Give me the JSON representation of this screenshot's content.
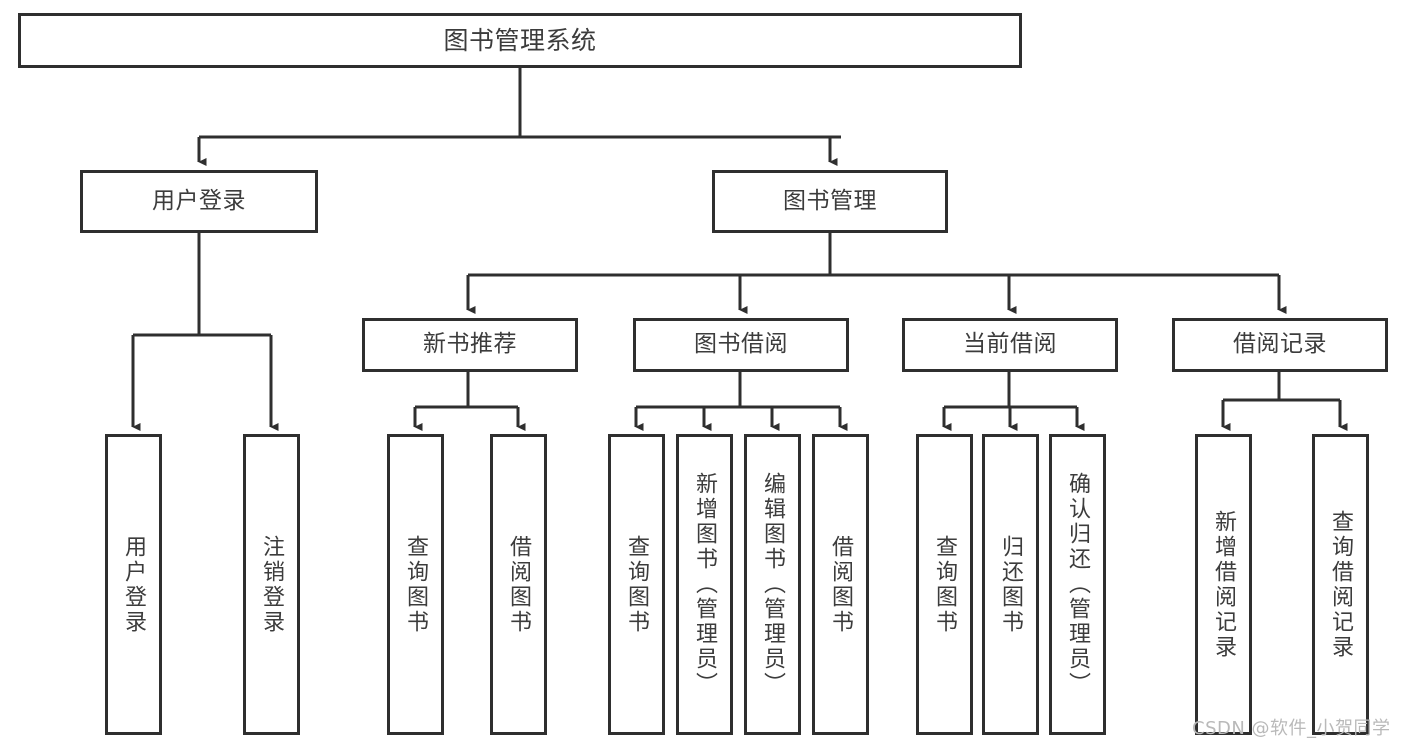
{
  "diagram": {
    "type": "tree-hierarchy",
    "title": "图书管理系统",
    "watermark": "CSDN @软件_小贺同学",
    "colors": {
      "box_border": "#2f2f2f",
      "box_fill": "#ffffff",
      "connector": "#2f2f2f",
      "text": "#3c3c3c",
      "watermark": "#b9b9b9",
      "background": "#ffffff"
    },
    "root": {
      "label": "图书管理系统"
    },
    "level2": [
      {
        "label": "用户登录"
      },
      {
        "label": "图书管理"
      }
    ],
    "level3": [
      {
        "label": "新书推荐"
      },
      {
        "label": "图书借阅"
      },
      {
        "label": "当前借阅"
      },
      {
        "label": "借阅记录"
      }
    ],
    "leaves": {
      "user_login": [
        {
          "label": "用户登录"
        },
        {
          "label": "注销登录"
        }
      ],
      "new_book_recommend": [
        {
          "label": "查询图书"
        },
        {
          "label": "借阅图书"
        }
      ],
      "book_borrow": [
        {
          "label": "查询图书"
        },
        {
          "label": "新增图书（管理员）"
        },
        {
          "label": "编辑图书（管理员）"
        },
        {
          "label": "借阅图书"
        }
      ],
      "current_borrow": [
        {
          "label": "查询图书"
        },
        {
          "label": "归还图书"
        },
        {
          "label": "确认归还（管理员）"
        }
      ],
      "borrow_record": [
        {
          "label": "新增借阅记录"
        },
        {
          "label": "查询借阅记录"
        }
      ]
    }
  }
}
